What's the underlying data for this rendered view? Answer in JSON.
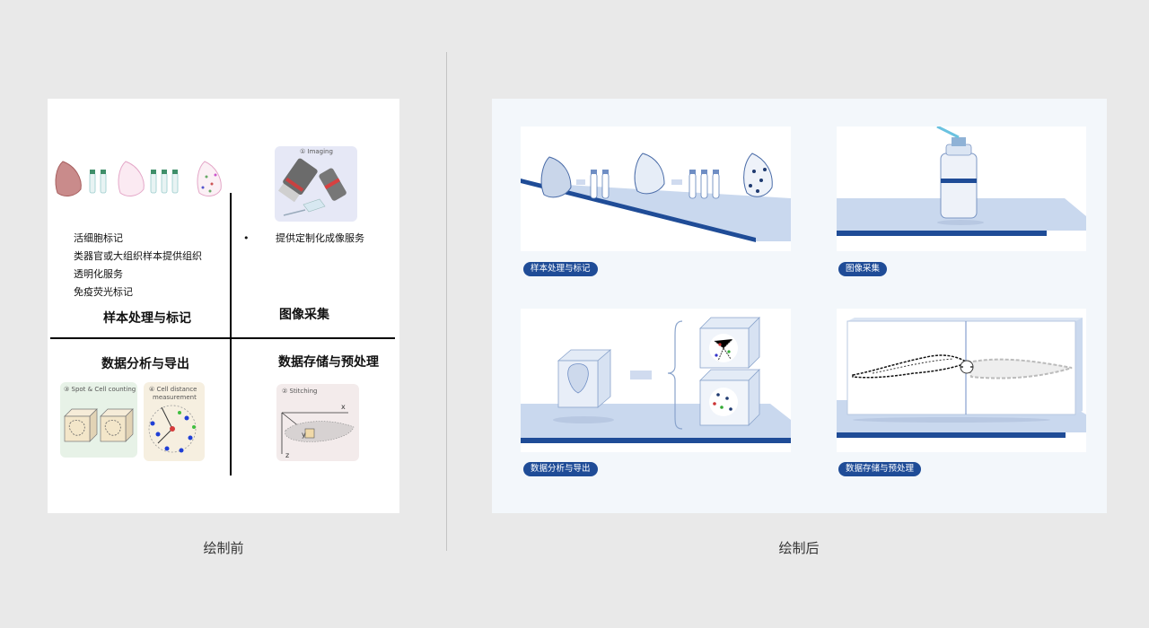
{
  "captions": {
    "before": "绘制前",
    "after": "绘制后"
  },
  "before": {
    "sample": {
      "items": [
        "活细胞标记",
        "类器官或大组织样本提供组织",
        "透明化服务",
        "免疫荧光标记"
      ],
      "heading": "样本处理与标记"
    },
    "imaging": {
      "badge": "① Imaging",
      "bullet": "•",
      "item": "提供定制化成像服务",
      "heading": "图像采集"
    },
    "analysis": {
      "heading": "数据分析与导出",
      "spot_label": "③ Spot & Cell counting",
      "cell_label_1": "④ Cell distance",
      "cell_label_2": "measurement"
    },
    "storage": {
      "heading": "数据存储与预处理",
      "stitch_label": "② Stitching",
      "axis_x": "x",
      "axis_y": "y",
      "axis_z": "z"
    }
  },
  "after": {
    "pills": {
      "sample": "样本处理与标记",
      "imaging": "图像采集",
      "analysis": "数据分析与导出",
      "storage": "数据存储与预处理"
    }
  },
  "colors": {
    "accent": "#1f4c97",
    "plate": "#c9d8ee",
    "card": "#ffffff",
    "panel_right": "#f3f7fb"
  }
}
